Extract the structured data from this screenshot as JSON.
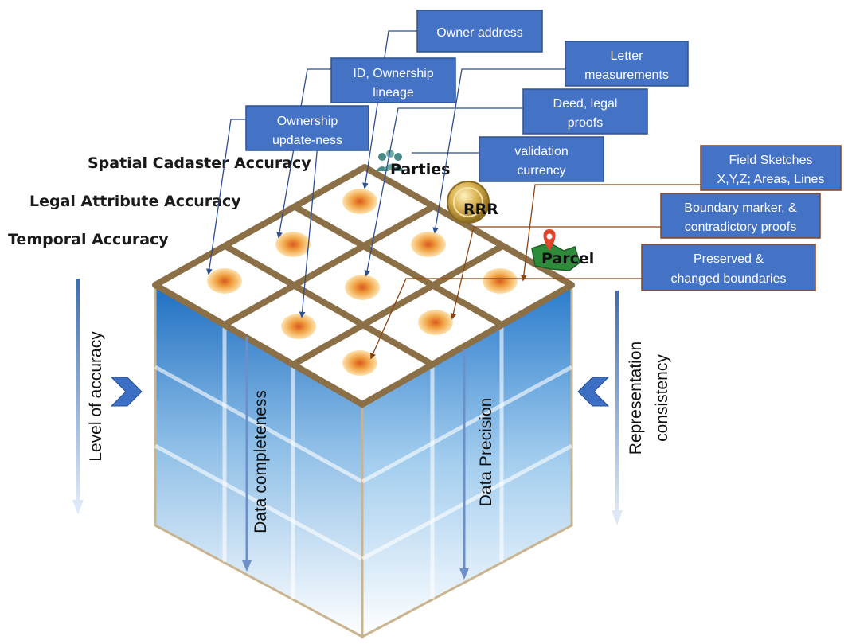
{
  "accuracy_levels": {
    "spatial": "Spatial Cadaster Accuracy",
    "legal": "Legal Attribute Accuracy",
    "temporal": "Temporal Accuracy"
  },
  "entity_tags": {
    "parties": "Parties",
    "rrr": "RRR",
    "parcel": "Parcel"
  },
  "callouts": {
    "owner_address": [
      "Owner address"
    ],
    "id_lineage": [
      "ID, Ownership",
      "lineage"
    ],
    "update_ness": [
      "Ownership",
      "update-ness"
    ],
    "letter_measurements": [
      "Letter",
      "measurements"
    ],
    "deed_proofs": [
      "Deed, legal",
      "proofs"
    ],
    "validation_currency": [
      "validation",
      "currency"
    ],
    "field_sketches": [
      "Field Sketches",
      "X,Y,Z; Areas, Lines"
    ],
    "boundary_marker": [
      "Boundary marker, &",
      "contradictory proofs"
    ],
    "preserved_boundaries": [
      "Preserved &",
      "changed boundaries"
    ]
  },
  "dimensions": {
    "level_of_accuracy": "Level of accuracy",
    "data_completeness": "Data completeness",
    "data_precision": "Data Precision",
    "representation_1": "Representation",
    "representation_2": "consistency"
  },
  "colors": {
    "callout_fill": "#4472c4",
    "callout_border": "#2f528f",
    "grid_frame": "#8b6f47",
    "arrow_blue": "#2f4f8f",
    "arrow_brown": "#8b4513",
    "chevron": "#3a6fc4"
  }
}
